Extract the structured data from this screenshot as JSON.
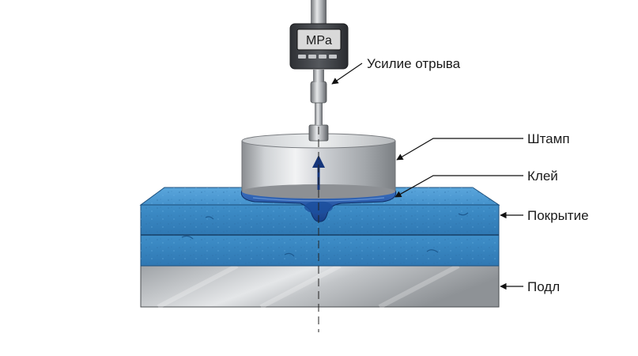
{
  "gauge": {
    "unit": "MPa"
  },
  "labels": {
    "pull_force": "Усилие отрыва",
    "dolly": "Штамп",
    "adhesive": "Клей",
    "coating": "Покрытие",
    "substrate": "Подл"
  },
  "colors": {
    "coating": "#3f8fc9",
    "adhesive": "#1f4f9a",
    "arrow": "#15357a",
    "metal": "#b8bcc0",
    "display": "#d9d9d9",
    "gauge_body": "#404247"
  }
}
